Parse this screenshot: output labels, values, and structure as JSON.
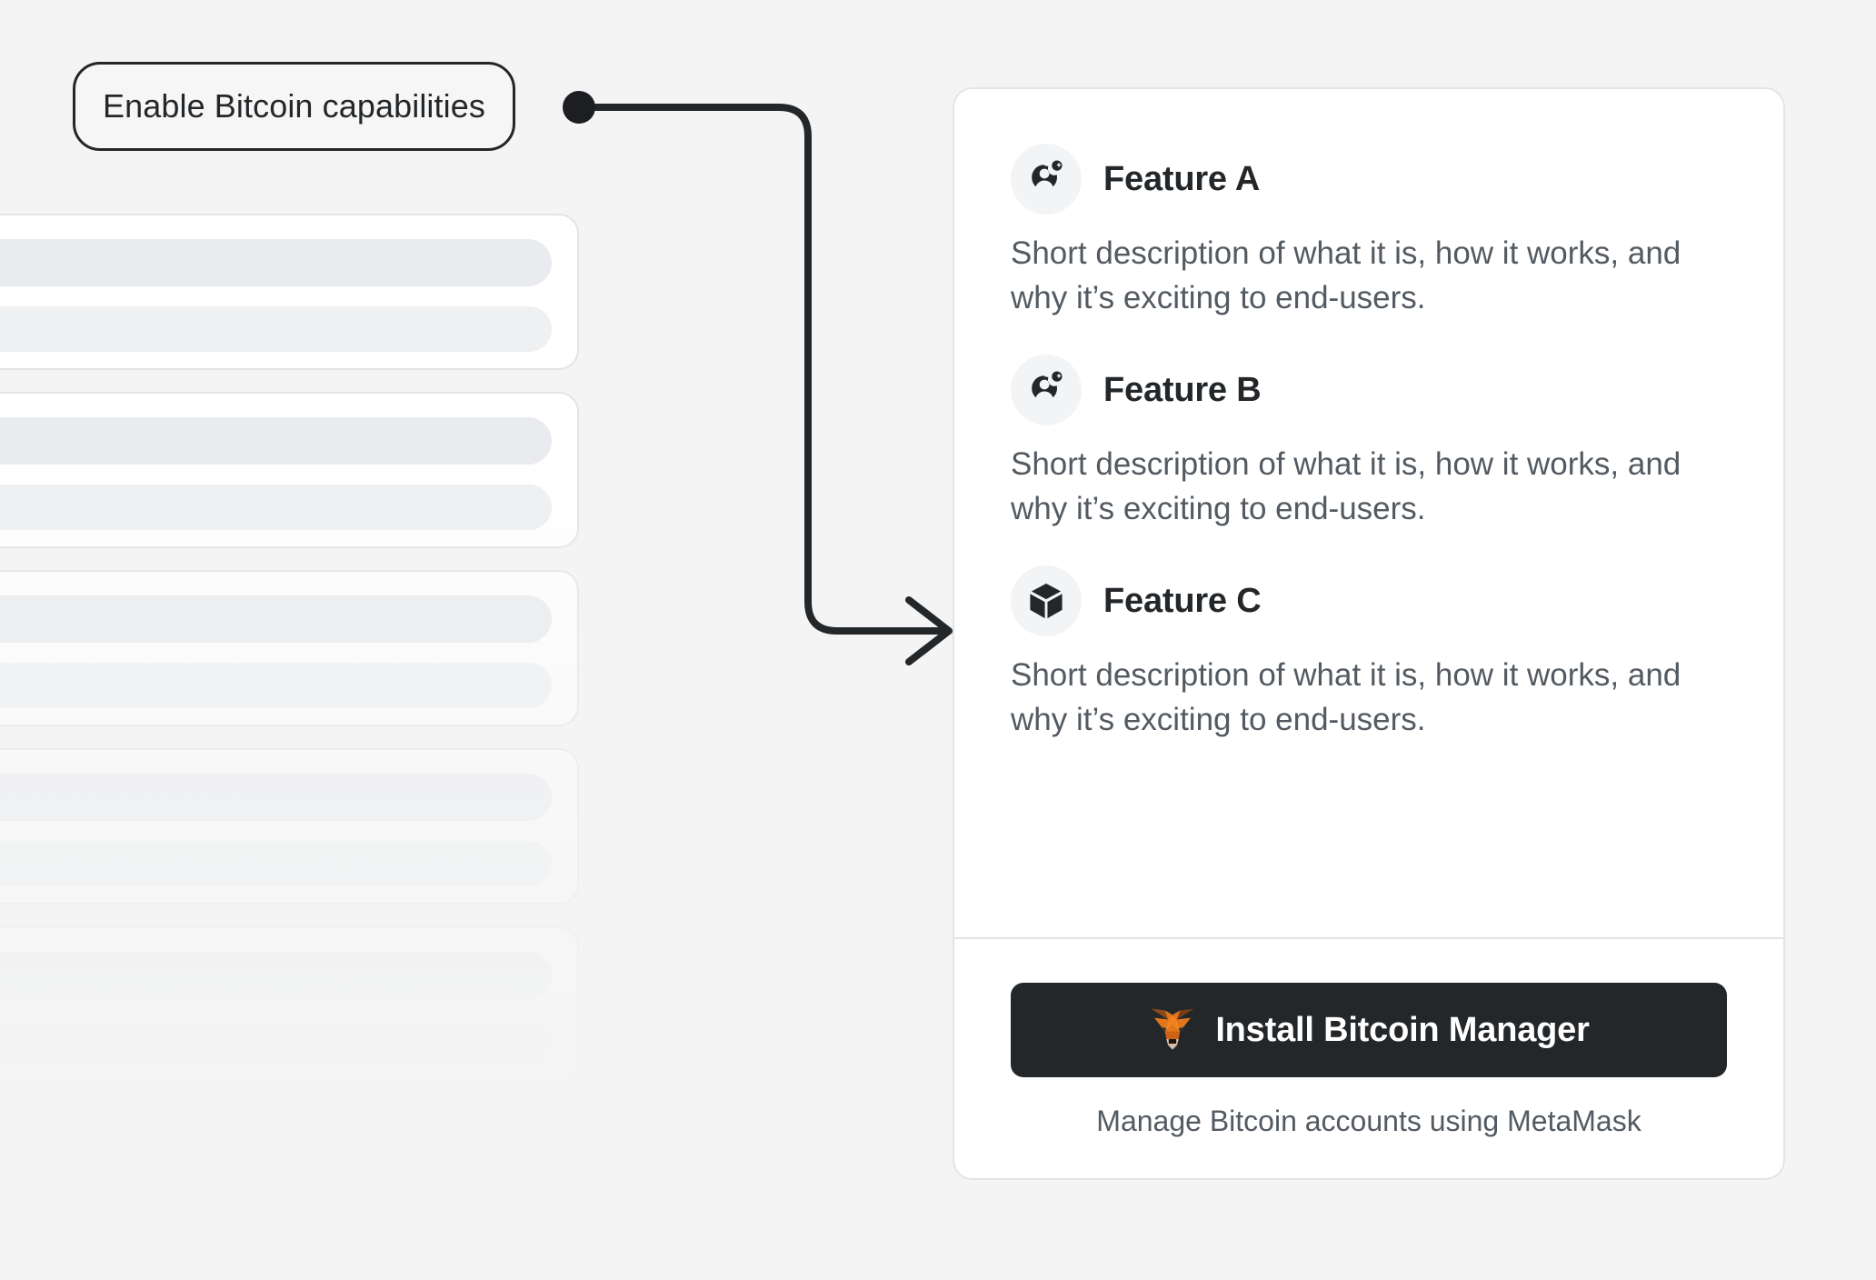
{
  "page": {
    "background_color": "#f4f4f4"
  },
  "callout": {
    "label": "Enable Bitcoin capabilities",
    "border_color": "#24272a",
    "connector": {
      "icon_name": "elbow-arrow-connector",
      "dot_color": "#1c1e21",
      "line_color": "#24272a"
    }
  },
  "skeleton": {
    "icon_name": "placeholder-card",
    "card_count": 5,
    "bar_color": "#e9ebee",
    "bar_color_secondary": "#eef0f2"
  },
  "card": {
    "accent_color": "#24272a",
    "border_color": "#e2e4e8",
    "icon_bg_color": "#f2f4f6",
    "features": [
      {
        "icon_name": "add-user-icon",
        "title": "Feature A",
        "description": "Short description of what it is, how it works, and why it’s exciting to end-users."
      },
      {
        "icon_name": "add-user-icon",
        "title": "Feature B",
        "description": "Short description of what it is, how it works, and why it’s exciting to end-users."
      },
      {
        "icon_name": "cube-icon",
        "title": "Feature C",
        "description": "Short description of what it is, how it works, and why it’s exciting to end-users."
      }
    ],
    "footer": {
      "install_button_label": "Install Bitcoin Manager",
      "install_button_icon": "metamask-fox-icon",
      "install_button_color": "#24272a",
      "caption": "Manage Bitcoin accounts using MetaMask"
    }
  }
}
